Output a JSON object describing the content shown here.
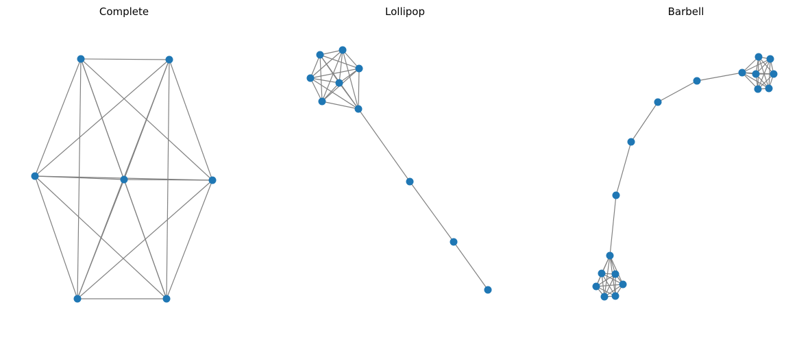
{
  "style": {
    "node_color": "#1f77b4",
    "edge_color": "#808080",
    "background": "#ffffff"
  },
  "panels": [
    {
      "title": "Complete",
      "graph_type": "complete",
      "node_count": 7,
      "nodes": [
        {
          "id": "a"
        },
        {
          "id": "b"
        },
        {
          "id": "c"
        },
        {
          "id": "d"
        },
        {
          "id": "e"
        },
        {
          "id": "f"
        },
        {
          "id": "g"
        }
      ]
    },
    {
      "title": "Lollipop",
      "graph_type": "lollipop",
      "clique_size": 7,
      "tail_length": 3,
      "nodes": [
        {
          "id": "c1"
        },
        {
          "id": "c2"
        },
        {
          "id": "c3"
        },
        {
          "id": "c4"
        },
        {
          "id": "c5"
        },
        {
          "id": "c6"
        },
        {
          "id": "c7"
        },
        {
          "id": "t1"
        },
        {
          "id": "t2"
        },
        {
          "id": "t3"
        }
      ]
    },
    {
      "title": "Barbell",
      "graph_type": "barbell",
      "bell_size": 7,
      "path_length": 4,
      "nodes": [
        {
          "id": "A1"
        },
        {
          "id": "A2"
        },
        {
          "id": "A3"
        },
        {
          "id": "A4"
        },
        {
          "id": "A5"
        },
        {
          "id": "A6"
        },
        {
          "id": "A7"
        },
        {
          "id": "p1"
        },
        {
          "id": "p2"
        },
        {
          "id": "p3"
        },
        {
          "id": "p4"
        },
        {
          "id": "B1"
        },
        {
          "id": "B2"
        },
        {
          "id": "B3"
        },
        {
          "id": "B4"
        },
        {
          "id": "B5"
        },
        {
          "id": "B6"
        },
        {
          "id": "B7"
        }
      ]
    }
  ]
}
